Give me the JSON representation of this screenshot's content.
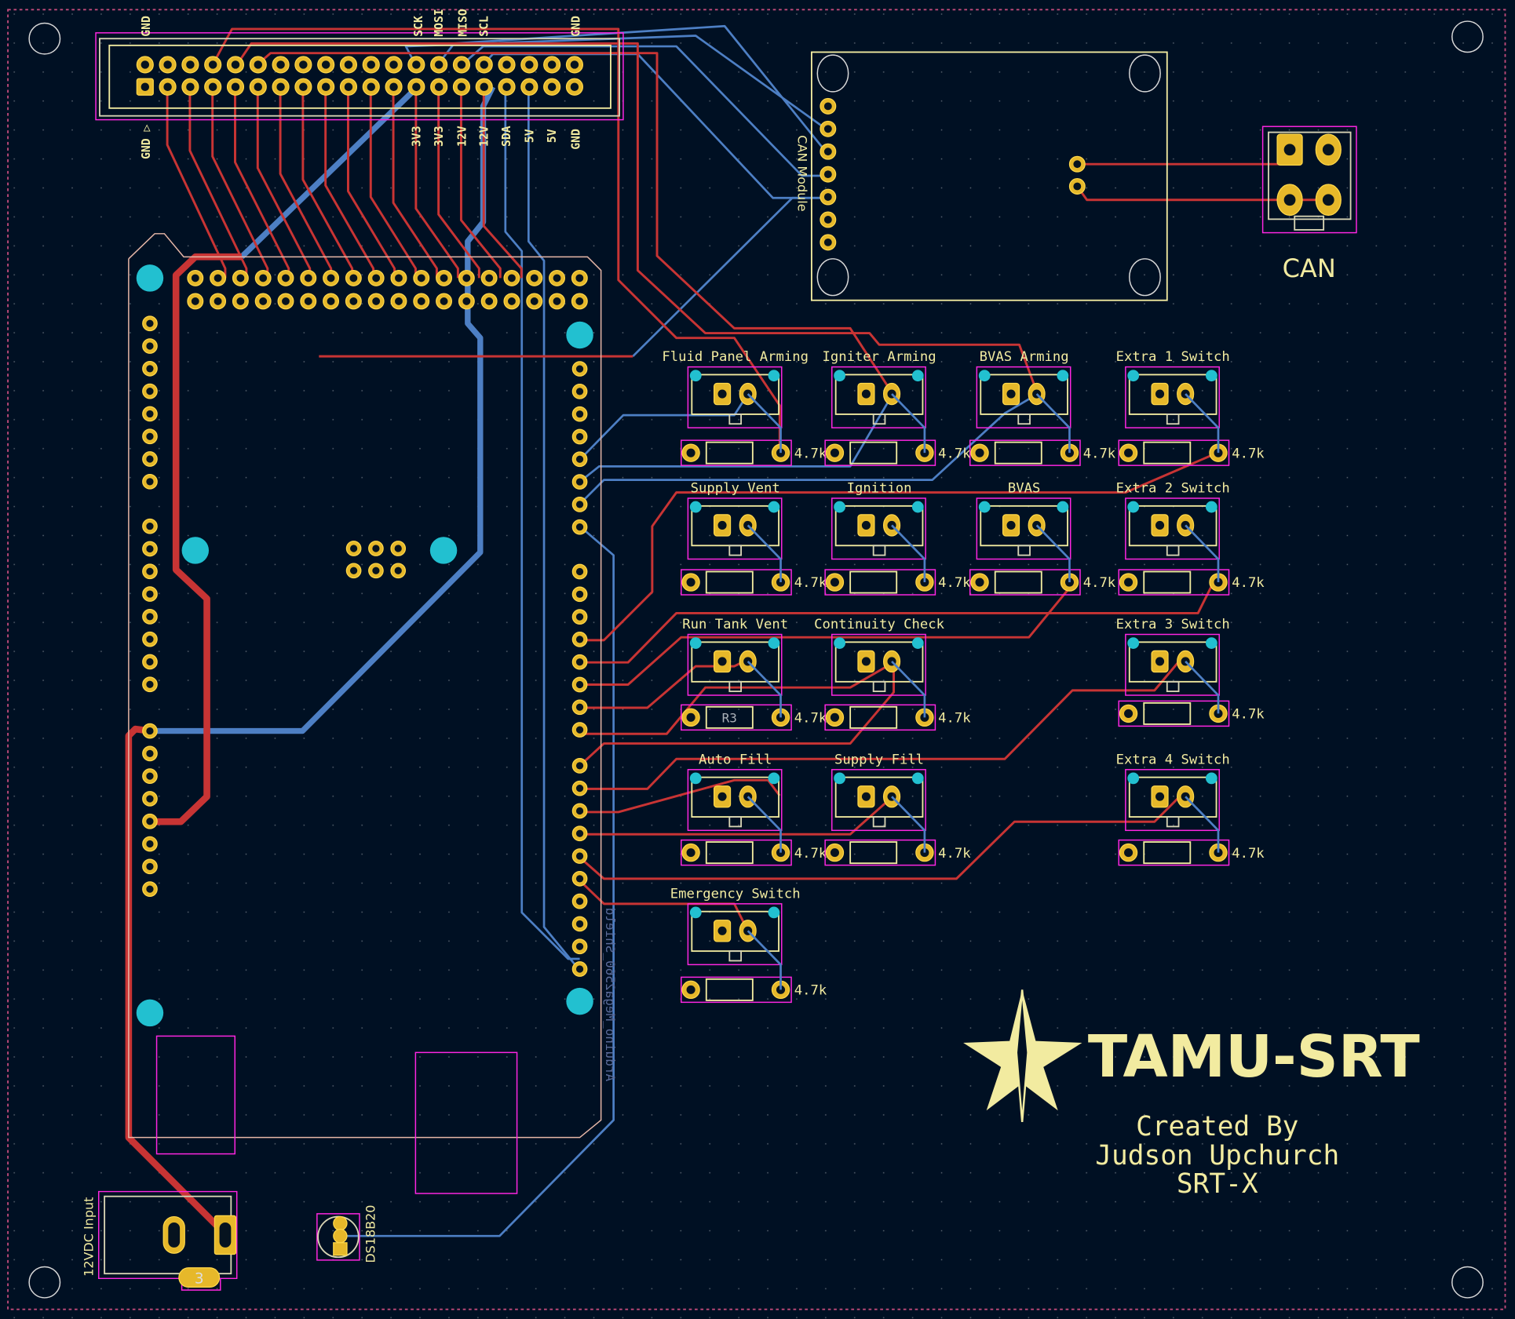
{
  "colors": {
    "background": "#001023",
    "front_copper": "#c83434",
    "back_copper": "#4d7fc4",
    "pad": "#e6b82a",
    "silkscreen": "#f2eba0",
    "courtyard": "#ff26e2",
    "mounting_pad": "#22c0d0"
  },
  "header": {
    "top_labels": [
      "GND",
      "SCK",
      "MOSI",
      "MISO",
      "SCL",
      "GND"
    ],
    "bottom_labels": [
      "GND ▷",
      "3V3",
      "3V3",
      "12V",
      "12V",
      "SDA",
      "5V",
      "5V",
      "GND"
    ]
  },
  "arduino": {
    "label": "Arduino_Mega2560_Shield"
  },
  "can_module": {
    "label": "CAN Module"
  },
  "can_connector": {
    "label": "CAN"
  },
  "power_input": {
    "label": "12VDC Input",
    "pad3_label": "3"
  },
  "sensor": {
    "label": "DS18B20"
  },
  "switches": [
    {
      "label": "Fluid Panel Arming",
      "col": 0,
      "row": 0,
      "resistor": "4.7k"
    },
    {
      "label": "Igniter Arming",
      "col": 1,
      "row": 0,
      "resistor": "4.7k"
    },
    {
      "label": "BVAS Arming",
      "col": 2,
      "row": 0,
      "resistor": "4.7k"
    },
    {
      "label": "Extra 1 Switch",
      "col": 3,
      "row": 0,
      "resistor": "4.7k"
    },
    {
      "label": "Supply Vent",
      "col": 0,
      "row": 1,
      "resistor": "4.7k"
    },
    {
      "label": "Ignition",
      "col": 1,
      "row": 1,
      "resistor": "4.7k"
    },
    {
      "label": "BVAS",
      "col": 2,
      "row": 1,
      "resistor": "4.7k"
    },
    {
      "label": "Extra 2 Switch",
      "col": 3,
      "row": 1,
      "resistor": "4.7k"
    },
    {
      "label": "Run Tank Vent",
      "col": 0,
      "row": 2,
      "resistor": "4.7k",
      "ref": "R3"
    },
    {
      "label": "Continuity Check",
      "col": 1,
      "row": 2,
      "resistor": "4.7k"
    },
    {
      "label": "Extra 3 Switch",
      "col": 3,
      "row": 2,
      "resistor": "4.7k"
    },
    {
      "label": "Auto Fill",
      "col": 0,
      "row": 3,
      "resistor": "4.7k"
    },
    {
      "label": "Supply Fill",
      "col": 1,
      "row": 3,
      "resistor": "4.7k"
    },
    {
      "label": "Extra 4 Switch",
      "col": 3,
      "row": 3,
      "resistor": "4.7k"
    },
    {
      "label": "Emergency Switch",
      "col": 0,
      "row": 4,
      "resistor": "4.7k"
    }
  ],
  "logo": {
    "title": "TAMU-SRT",
    "credit_lines": [
      "Created By",
      "Judson Upchurch",
      "SRT-X"
    ]
  }
}
